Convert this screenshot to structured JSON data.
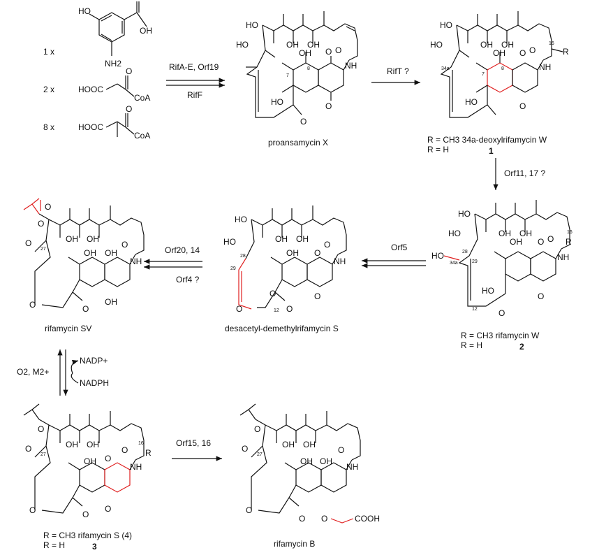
{
  "colors": {
    "highlight": "#e02020",
    "ink": "#111111"
  },
  "precursors": {
    "mult1": "1 x",
    "mult2": "2 x",
    "mult3": "8 x",
    "oh1": "HO",
    "oh2": "OH",
    "nh2": "NH2",
    "hooc1": "HOOC",
    "coa1": "CoA",
    "hooc2": "HOOC",
    "coa2": "CoA"
  },
  "arrows": {
    "a1_top": "RifA-E, Orf19",
    "a1_bot": "RifF",
    "a2_top": "RifT ?",
    "a3_right": "Orf11, 17 ?",
    "a4_top": "Orf5",
    "a5_top": "Orf20, 14",
    "a5_bot": "Orf4 ?",
    "a6_left": "O2, M2+",
    "a6_r1": "NADP+",
    "a6_r2": "NADPH",
    "a7_top": "Orf15, 16"
  },
  "compounds": {
    "proansamycin": "proansamycin X",
    "deoxy_r1": "R = CH3  34a-deoxylrifamycin W",
    "deoxy_r2": "R = H",
    "deoxy_num": "1",
    "rifw_r1": "R = CH3  rifamycin W",
    "rifw_r2": "R = H",
    "rifw_num": "2",
    "desacetyl": "desacetyl-demethylrifamycin S",
    "rifsv": "rifamycin SV",
    "rifs_r1": "R = CH3  rifamycin S (4)",
    "rifs_r2": "R = H",
    "rifs_num": "3",
    "rifb": "rifamycin B"
  },
  "atoms": {
    "ho": "HO",
    "oh": "OH",
    "o": "O",
    "nh": "NH",
    "r": "R",
    "n7": "7",
    "n8": "8",
    "n16": "16",
    "n34a": "34a",
    "n28": "28",
    "n29": "29",
    "n12": "12",
    "n27": "27",
    "cooh": "COOH"
  }
}
